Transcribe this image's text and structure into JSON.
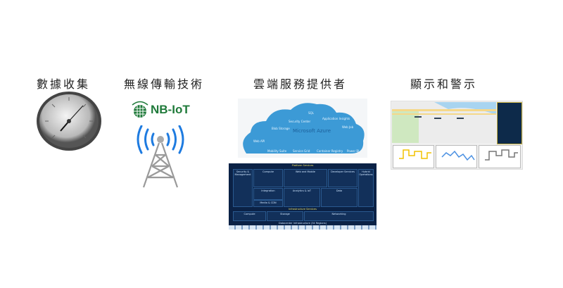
{
  "sections": [
    {
      "title": "數據收集"
    },
    {
      "title": "無線傳輸技術"
    },
    {
      "title": "雲端服務提供者"
    },
    {
      "title": "顯示和警示"
    }
  ],
  "nbiot_logo": {
    "text": "NB-IoT",
    "color": "#1f7a3a"
  },
  "cloud": {
    "brand": "Microsoft Azure",
    "services": [
      "SQL",
      "Application Insights",
      "Security Center",
      "Blob Storage",
      "Web Job",
      "Web API",
      "Mobility Suite",
      "Service Grid",
      "Container Registry",
      "Power BI"
    ],
    "color": "#3c9ad6"
  },
  "azure_diagram": {
    "platform": "Platform Services",
    "groups": [
      "Security & Management",
      "Compute",
      "Web and Mobile",
      "Developer Services",
      "Hybrid Operations",
      "Integration",
      "Analytics & IoT",
      "Data",
      "Media & CDN"
    ],
    "infrastructure": "Infrastructure Services",
    "infra_groups": [
      "Compute",
      "Storage",
      "Networking"
    ],
    "datacenter": "Datacenter Infrastructure (34 Regions)",
    "color": "#0b2246"
  },
  "dashboard": {
    "series_colors": [
      "#f2c200",
      "#4a90e2",
      "#777777"
    ]
  }
}
